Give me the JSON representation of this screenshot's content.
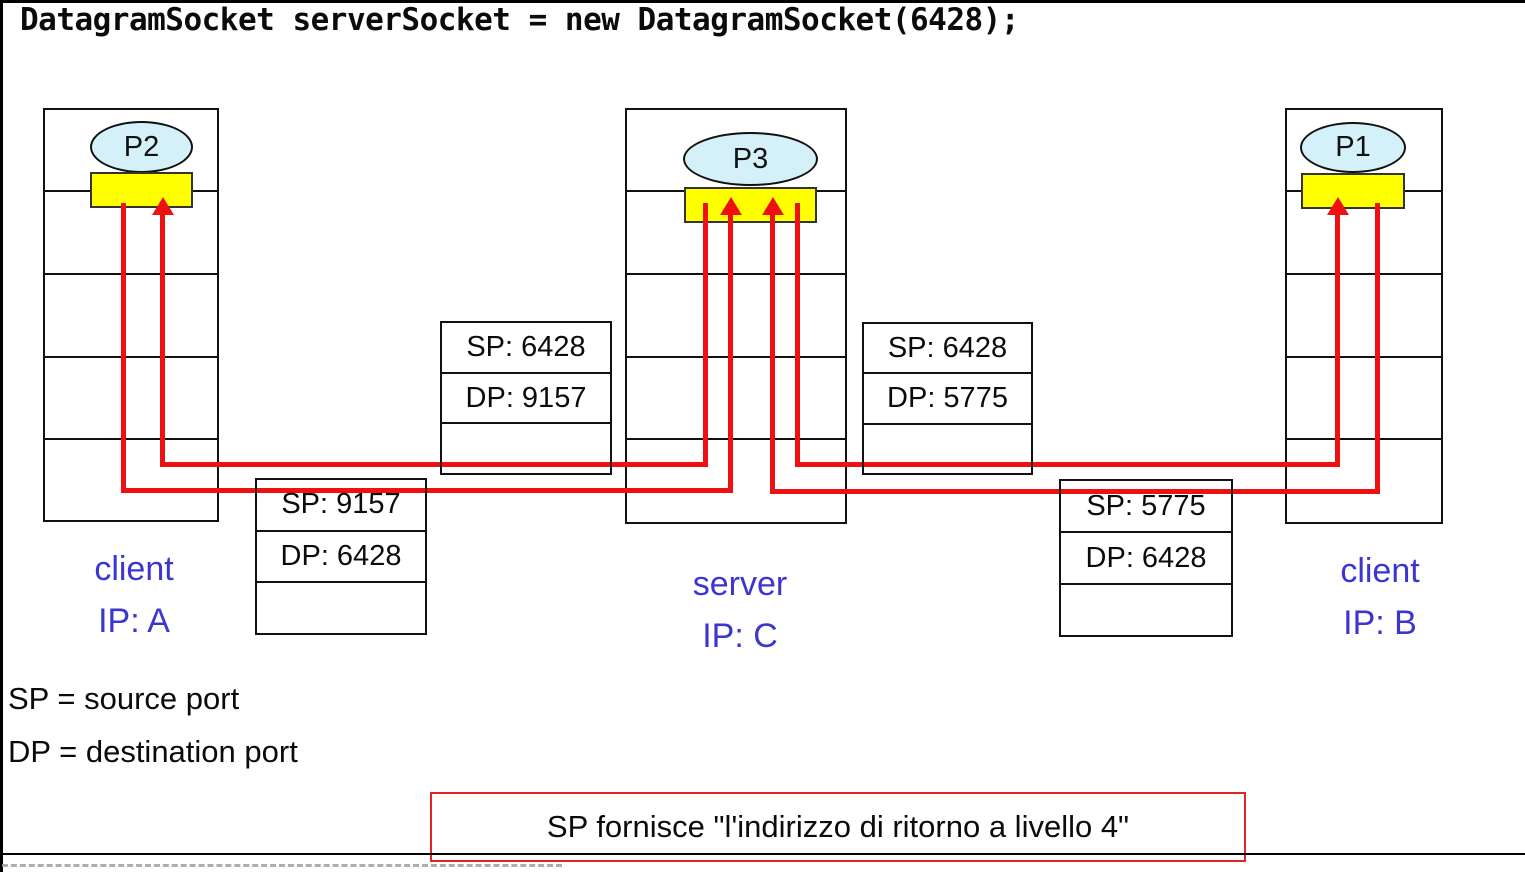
{
  "title_code": "DatagramSocket serverSocket = new DatagramSocket(6428);",
  "hosts": [
    {
      "process": "P2",
      "label_line1": "client",
      "label_line2": "IP: A"
    },
    {
      "process": "P3",
      "label_line1": "server",
      "label_line2": "IP: C"
    },
    {
      "process": "P1",
      "label_line1": "client",
      "label_line2": "IP: B"
    }
  ],
  "packets": [
    {
      "sp": "SP: 6428",
      "dp": "DP: 9157"
    },
    {
      "sp": "SP: 9157",
      "dp": "DP: 6428"
    },
    {
      "sp": "SP: 6428",
      "dp": "DP: 5775"
    },
    {
      "sp": "SP: 5775",
      "dp": "DP: 6428"
    }
  ],
  "legend": {
    "sp_line": "SP = source port",
    "dp_line": "DP = destination port"
  },
  "note": {
    "text": "SP fornisce \"l'indirizzo di ritorno a livello 4\""
  },
  "colors": {
    "flow_red": "#ee1111",
    "socket_yellow": "#ffff00",
    "process_fill": "#d4f0f9",
    "host_label_blue": "#3b36cf",
    "note_border_red": "#e02525"
  }
}
